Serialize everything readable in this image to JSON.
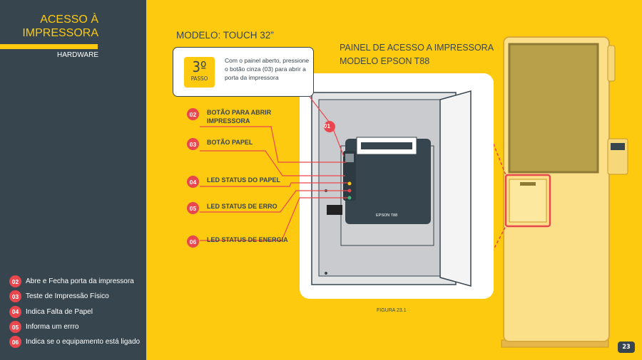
{
  "sidebar": {
    "title_line1": "ACESSO À",
    "title_line2": "IMPRESSORA",
    "subtitle": "HARDWARE",
    "legend": [
      {
        "num": "02",
        "text": "Abre e Fecha porta da impressora"
      },
      {
        "num": "03",
        "text": "Teste de Impressão Físico"
      },
      {
        "num": "04",
        "text": "Indica Falta de Papel"
      },
      {
        "num": "05",
        "text": "Informa um errro"
      },
      {
        "num": "06",
        "text": "Indica se o equipamento está ligado"
      }
    ]
  },
  "main": {
    "model": "MODELO:  TOUCH 32”",
    "step": {
      "number": "3º",
      "label": "PASSO",
      "text": "Com o painel aberto, pressione o botão cinza (03) para abrir a porta da impressora"
    },
    "panel_title_line1": "PAINEL DE ACESSO A IMPRESSORA",
    "panel_title_line2": "MODELO EPSON T88",
    "callouts": [
      {
        "num": "01"
      },
      {
        "num": "02",
        "text": "BOTÃO PARA ABRIR IMPRESSORA"
      },
      {
        "num": "03",
        "text": "BOTÃO PAPEL"
      },
      {
        "num": "04",
        "text": "LED STATUS DO PAPEL"
      },
      {
        "num": "05",
        "text": "LED STATUS DE ERRO"
      },
      {
        "num": "06",
        "text": "LED STATUS DE ENERGIA"
      }
    ],
    "printer_brand": "EPSON T88",
    "figure": "FIGURA 23.1",
    "page": "23"
  },
  "colors": {
    "sidebar": "#37454e",
    "accent": "#fdca10",
    "callout": "#e9474d"
  }
}
